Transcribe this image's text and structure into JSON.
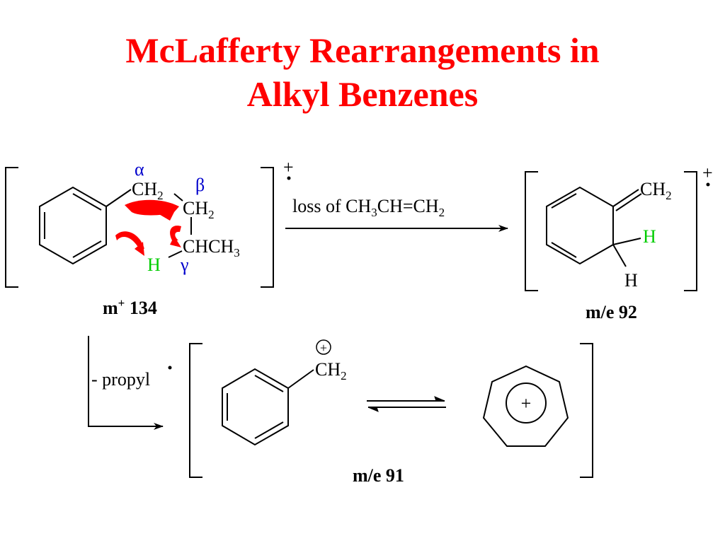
{
  "title": {
    "line1": "McLafferty Rearrangements in",
    "line2": "Alkyl Benzenes"
  },
  "colors": {
    "title": "#ff0000",
    "greek": "#0000cc",
    "hydrogen": "#00cc00",
    "arrows": "#ff0000"
  },
  "molecular_ion": {
    "charge": "+",
    "ch2_alpha": "CH",
    "ch2_alpha_sub": "2",
    "ch2_beta": "CH",
    "ch2_beta_sub": "2",
    "ch_gamma_a": "CHCH",
    "ch_gamma_sub": "3",
    "hydrogen": "H",
    "alpha": "α",
    "beta": "β",
    "gamma": "γ",
    "label_a": "m",
    "label_sup": "+",
    "label_b": " 134"
  },
  "step1": {
    "label_a": "loss of CH",
    "sub1": "3",
    "label_b": "CH=CH",
    "sub2": "2"
  },
  "product92": {
    "charge": "+",
    "ch2": "CH",
    "ch2_sub": "2",
    "h_green": "H",
    "h_black": "H",
    "label": "m/e 92"
  },
  "step2": {
    "label": "- propyl"
  },
  "product91": {
    "charge_symbol": "+",
    "ch2": "CH",
    "ch2_sub": "2",
    "tropylium_charge": "+",
    "label": "m/e 91"
  }
}
